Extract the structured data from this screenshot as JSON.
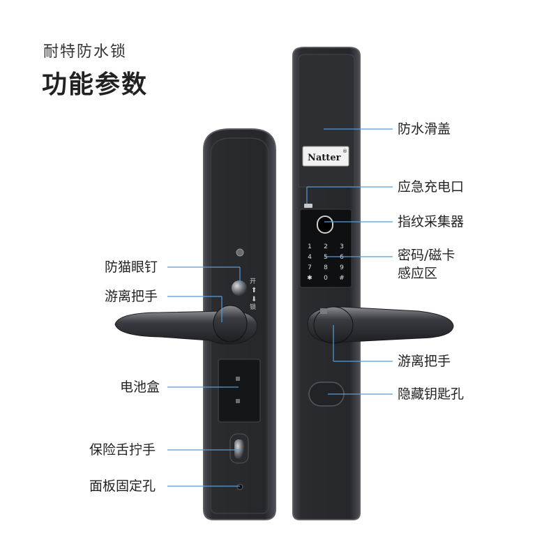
{
  "header": {
    "subtitle": "耐特防水锁",
    "title": "功能参数"
  },
  "brand": {
    "logo_text": "Natter",
    "registered": "®"
  },
  "lock_engraving": {
    "open": "开",
    "lock": "锁"
  },
  "keypad": {
    "keys": [
      "1",
      "2",
      "3",
      "4",
      "5",
      "6",
      "7",
      "8",
      "9",
      "✱",
      "0",
      "#"
    ]
  },
  "labels_left": {
    "peephole": "防猫眼钉",
    "handle": "游离把手",
    "battery": "电池盒",
    "tongue_knob": "保险舌拧手",
    "fixing_hole": "面板固定孔"
  },
  "labels_right": {
    "slide_cover": "防水滑盖",
    "charge_port": "应急充电口",
    "fingerprint": "指纹采集器",
    "keypad_line1": "密码/磁卡",
    "keypad_line2": "感应区",
    "handle": "游离把手",
    "key_hole": "隐藏钥匙孔"
  },
  "colors": {
    "body": "#2a2b2f",
    "body_edge": "#5a5c62",
    "panel": "#111214",
    "line": "#5a9bd4",
    "metal": "#c8c9cc"
  }
}
